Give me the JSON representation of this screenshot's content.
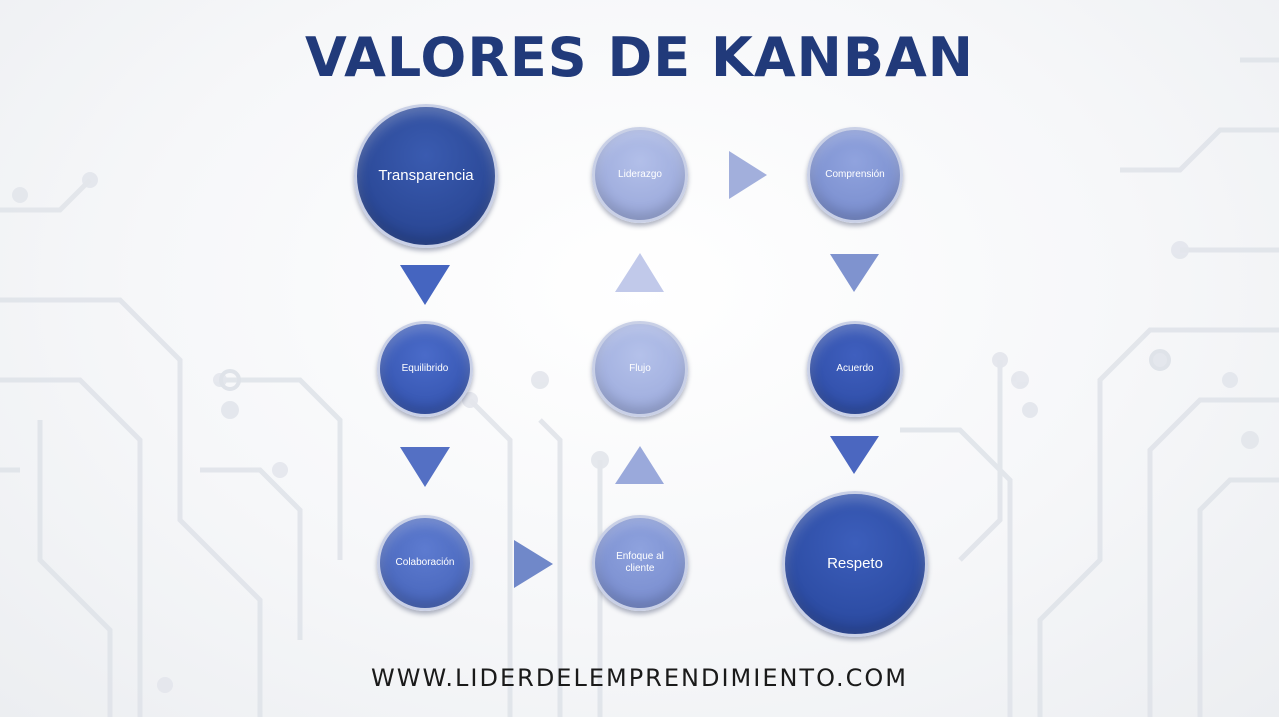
{
  "title": "VALORES DE KANBAN",
  "footer": "WWW.LIDERDELEMPRENDIMIENTO.COM",
  "colors": {
    "title": "#213a7a",
    "dark_blue": "#2e4d9e",
    "mid_blue": "#4a6bc4",
    "pale_blue": "#a9b6e0",
    "arrow_dark": "#4565c0",
    "arrow_pale": "#b9c3e8"
  },
  "nodes": [
    {
      "id": "transparencia",
      "label": "Transparencia"
    },
    {
      "id": "equilibrido",
      "label": "Equilibrido"
    },
    {
      "id": "colaboracion",
      "label": "Colaboración"
    },
    {
      "id": "enfoque",
      "label": "Enfoque al cliente"
    },
    {
      "id": "flujo",
      "label": "Flujo"
    },
    {
      "id": "liderazgo",
      "label": "Liderazgo"
    },
    {
      "id": "comprension",
      "label": "Comprensión"
    },
    {
      "id": "acuerdo",
      "label": "Acuerdo"
    },
    {
      "id": "respeto",
      "label": "Respeto"
    }
  ],
  "arrows": [
    {
      "from": "transparencia",
      "to": "equilibrido",
      "direction": "down"
    },
    {
      "from": "equilibrido",
      "to": "colaboracion",
      "direction": "down"
    },
    {
      "from": "colaboracion",
      "to": "enfoque",
      "direction": "right"
    },
    {
      "from": "enfoque",
      "to": "flujo",
      "direction": "up"
    },
    {
      "from": "flujo",
      "to": "liderazgo",
      "direction": "up"
    },
    {
      "from": "liderazgo",
      "to": "comprension",
      "direction": "right"
    },
    {
      "from": "comprension",
      "to": "acuerdo",
      "direction": "down"
    },
    {
      "from": "acuerdo",
      "to": "respeto",
      "direction": "down"
    }
  ]
}
